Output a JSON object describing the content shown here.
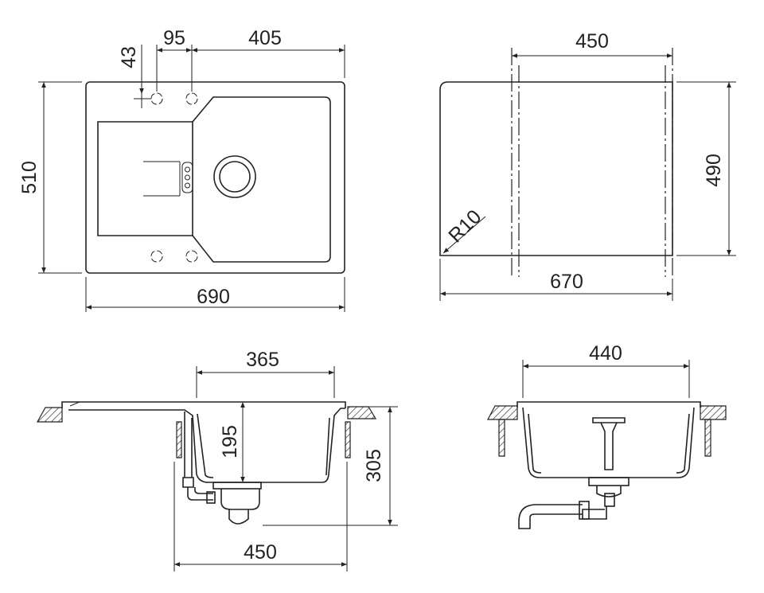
{
  "dimensions": {
    "top_width": "690",
    "top_height": "510",
    "top_hole_spacing": "95",
    "top_bowl_width": "405",
    "top_hole_offset": "43",
    "cutout_width": "670",
    "cutout_height": "490",
    "cutout_inner_width": "450",
    "cutout_radius": "R10",
    "side_bowl_width": "365",
    "side_bowl_depth": "195",
    "side_total_depth": "305",
    "side_base_width": "450",
    "front_bowl_width": "440"
  }
}
